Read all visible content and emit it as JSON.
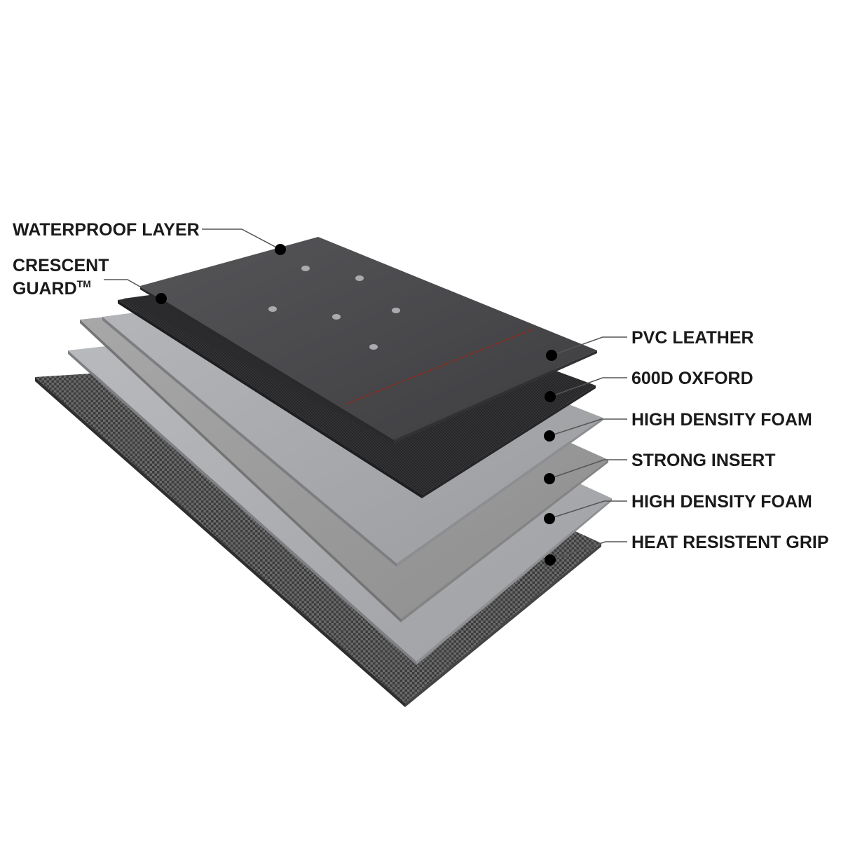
{
  "diagram": {
    "title": "",
    "colors": {
      "background": "#ffffff",
      "label_text": "#1a1a1a",
      "leader_line": "#555555",
      "marker_dot": "#000000",
      "stitch": "#8b2a1f"
    },
    "layers": [
      {
        "id": "pvc-leather",
        "color": "#4a4a4d",
        "texture": "matte"
      },
      {
        "id": "crescent-guard",
        "color": "#303032",
        "texture": "weave"
      },
      {
        "id": "oxford-600d",
        "color": "#333335",
        "texture": "weave"
      },
      {
        "id": "high-density-foam-1",
        "color": "#a6a8ab",
        "texture": "smooth"
      },
      {
        "id": "strong-insert",
        "color": "#9c9c9c",
        "texture": "smooth"
      },
      {
        "id": "high-density-foam-2",
        "color": "#aaacaf",
        "texture": "smooth"
      },
      {
        "id": "heat-resistant-grip",
        "color": "#5a5a5a",
        "texture": "mesh"
      }
    ],
    "labels": {
      "waterproof_layer": "WATERPROOF LAYER",
      "crescent_guard_line1": "CRESCENT",
      "crescent_guard_line2": "GUARD",
      "crescent_guard_tm": "TM",
      "pvc_leather": "PVC LEATHER",
      "oxford_600d": "600D OXFORD",
      "high_density_foam_1": "HIGH DENSITY FOAM",
      "strong_insert": "STRONG INSERT",
      "high_density_foam_2": "HIGH DENSITY FOAM",
      "heat_resistant_grip": "HEAT RESISTENT GRIP"
    }
  }
}
